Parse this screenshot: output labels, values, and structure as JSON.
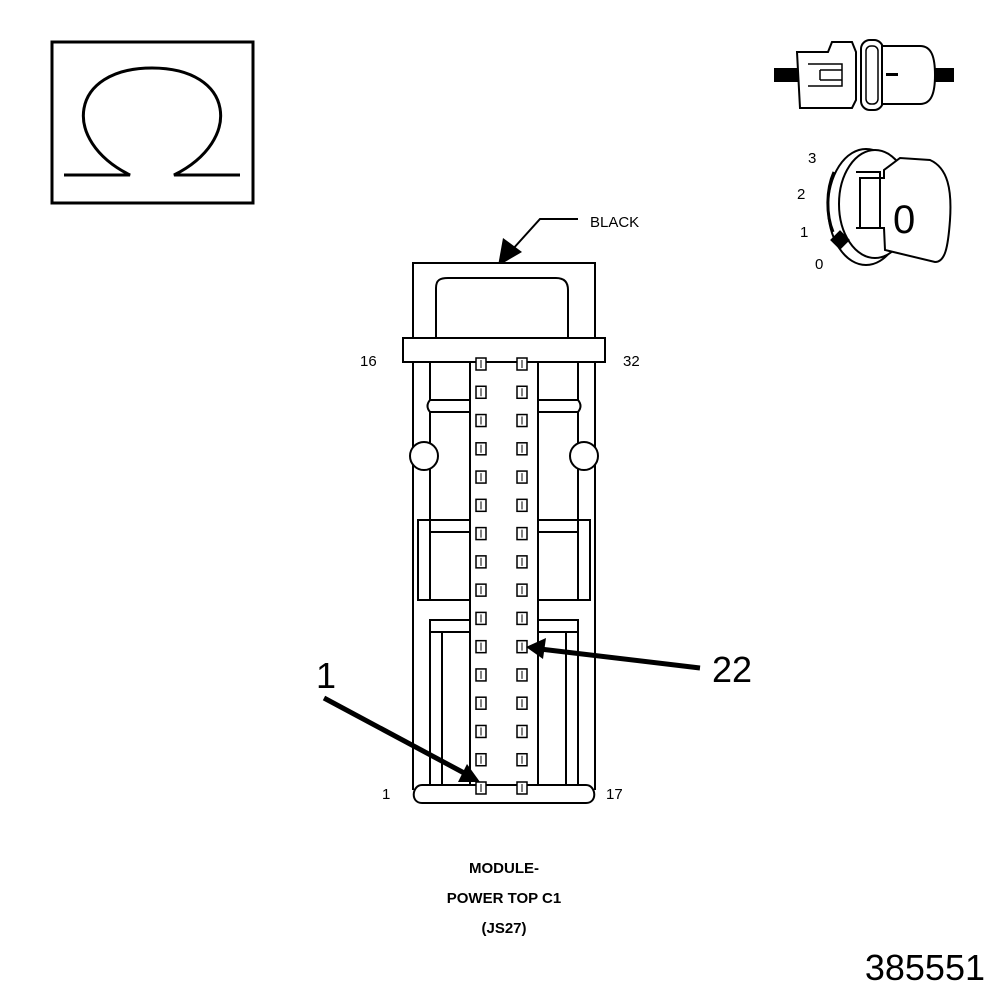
{
  "connector": {
    "color_label": "BLACK",
    "pin_labels": {
      "top_left": "16",
      "top_right": "32",
      "bottom_left": "1",
      "bottom_right": "17"
    },
    "callouts": [
      {
        "label": "1",
        "pin": 1
      },
      {
        "label": "22",
        "pin": 22
      }
    ],
    "rows": 16,
    "columns": 2
  },
  "caption": {
    "line1": "MODULE-",
    "line2": "POWER TOP C1",
    "line3": "(JS27)"
  },
  "ignition": {
    "positions": [
      "3",
      "2",
      "1",
      "0"
    ],
    "key_label": "0"
  },
  "document_number": "385551",
  "icons": [
    "ohmmeter-icon",
    "connector-disconnected-icon",
    "ignition-key-icon"
  ]
}
